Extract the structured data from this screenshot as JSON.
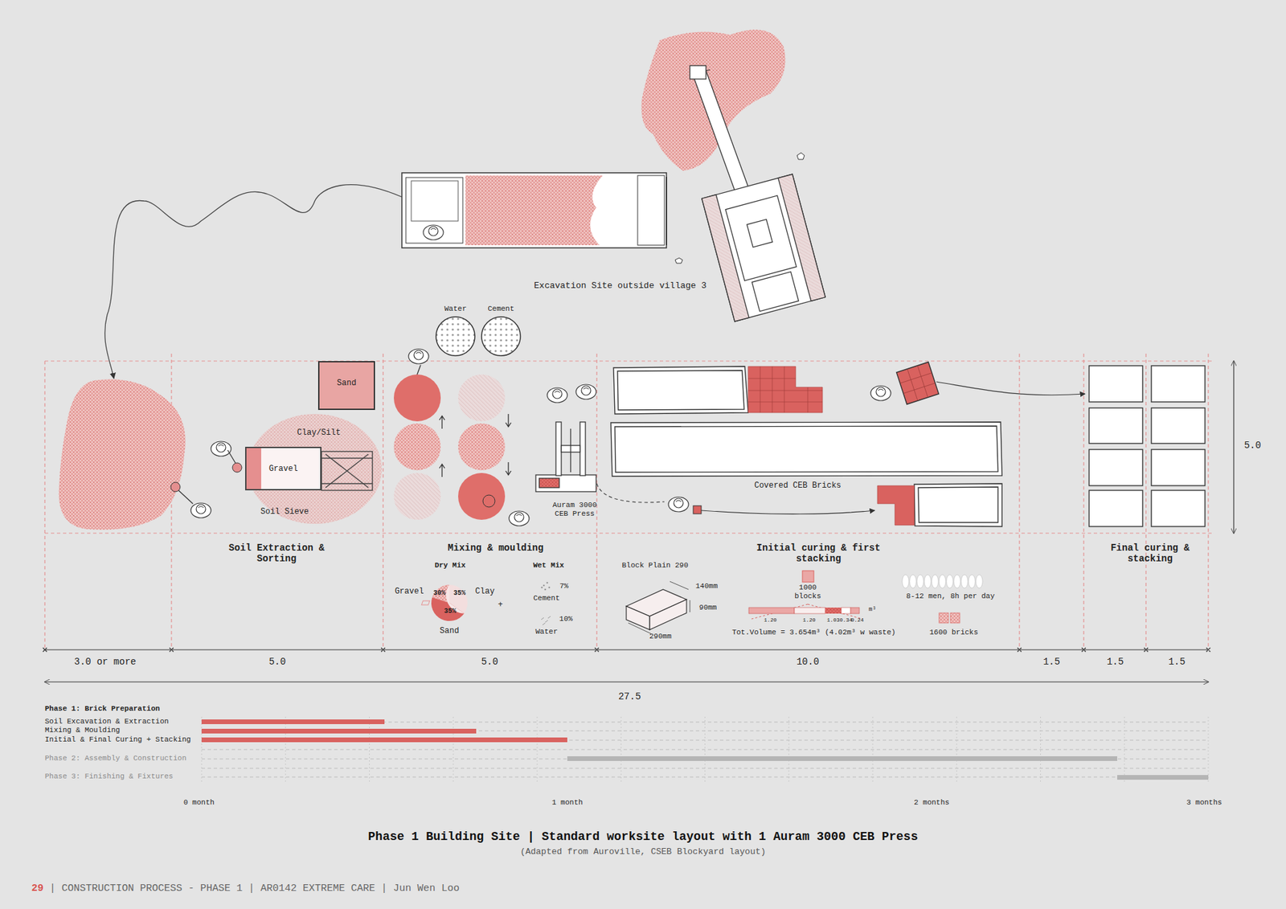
{
  "diagram": {
    "title": "Phase 1 Building Site | Standard worksite layout with 1 Auram 3000 CEB Press",
    "caption": "(Adapted from Auroville, CSEB Blockyard layout)",
    "nodes": [
      {
        "text": [
          "Water"
        ]
      },
      {
        "text": [
          "Cement"
        ]
      },
      {
        "text": [
          "Sand"
        ]
      },
      {
        "text": [
          "Gravel"
        ]
      }
    ],
    "labels": [
      "Excavation Site outside village 3",
      "Clay/Silt",
      "Soil Sieve",
      "Auram 3000 CEB Press",
      "Covered CEB Bricks",
      "Soil Extraction & Sorting",
      "Mixing & moulding",
      "Initial curing & first stacking",
      "Final curing & stacking",
      "Dry Mix",
      "Wet Mix",
      "Gravel",
      "30%",
      "35%",
      "Clay",
      "35%",
      "Sand",
      "7%",
      "Cement",
      "+",
      "10%",
      "Water",
      "Block Plain 290",
      "140mm",
      "90mm",
      "290mm",
      "1000 blocks",
      "1.20",
      "1.20",
      "1.03",
      "0.34",
      "0.24",
      "m³",
      "Tot.Volume = 3.654m³ (4.02m³ w waste)",
      "8-12 men, 8h per day",
      "1600 bricks",
      "3.0 or more",
      "5.0",
      "5.0",
      "10.0",
      "1.5",
      "1.5",
      "1.5",
      "27.5",
      "5.0",
      "Phase 1: Brick Preparation",
      "Soil Excavation & Extraction",
      "Mixing & Moulding",
      "Initial & Final Curing + Stacking",
      "Phase 2: Assembly & Construction",
      "Phase 3: Finishing & Fixtures",
      "0 month",
      "1 month",
      "2 months",
      "3 months",
      "29",
      "| CONSTRUCTION PROCESS - PHASE 1 | AR0142 EXTREME CARE | Jun Wen Loo"
    ]
  }
}
